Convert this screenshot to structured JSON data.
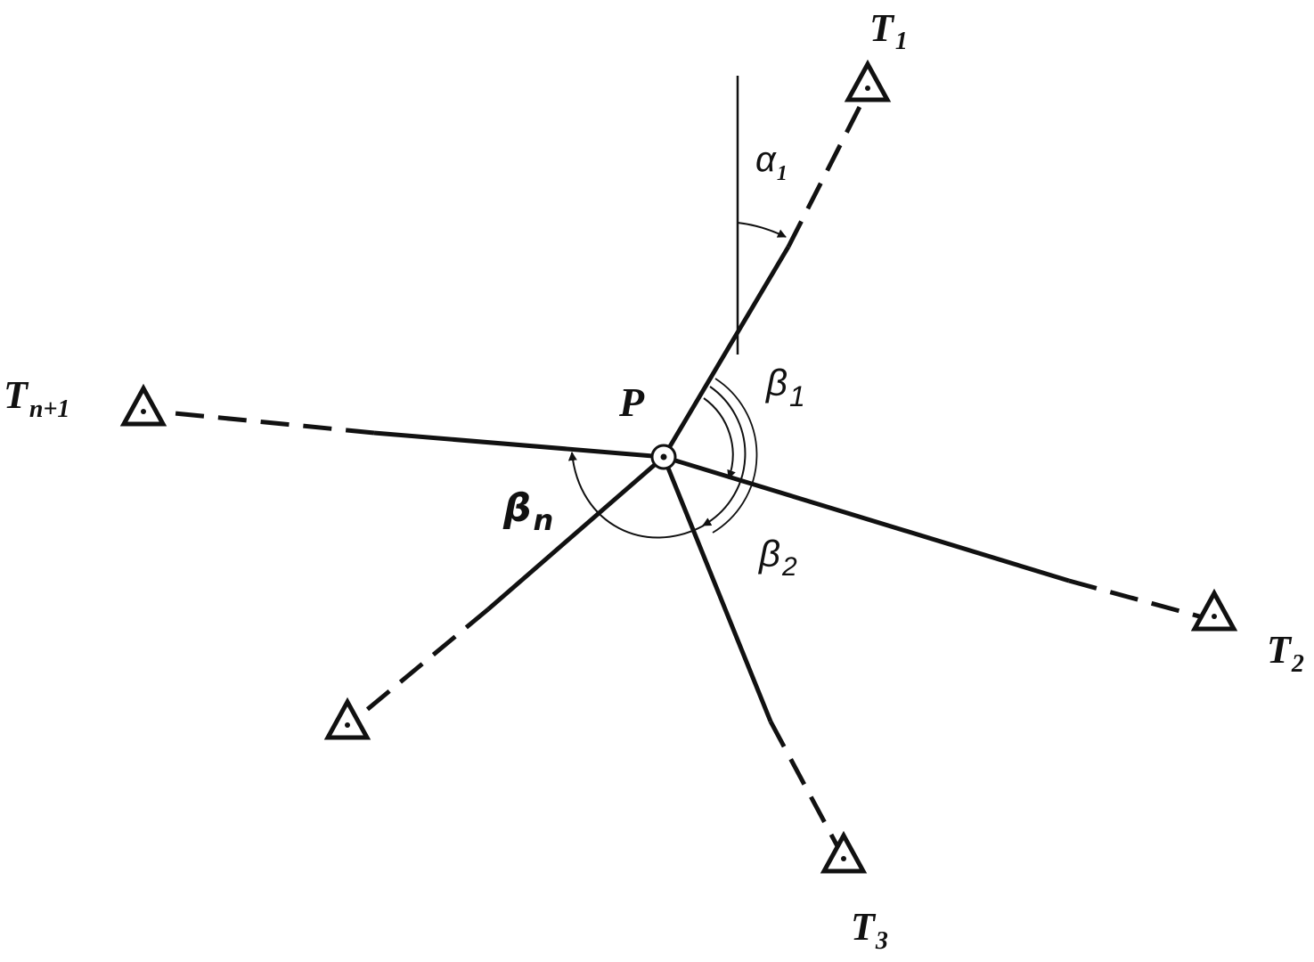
{
  "colors": {
    "ink": "#111111",
    "background": "#ffffff"
  },
  "center": {
    "label": "P"
  },
  "targets": [
    {
      "id": "t1",
      "main": "T",
      "sub": "1"
    },
    {
      "id": "t2",
      "main": "T",
      "sub": "2"
    },
    {
      "id": "t3",
      "main": "T",
      "sub": "3"
    },
    {
      "id": "tn1",
      "main": "T",
      "sub": "n+1"
    },
    {
      "id": "t4",
      "main": "",
      "sub": ""
    }
  ],
  "angles": {
    "alpha1": {
      "main": "α",
      "sub": "1"
    },
    "beta1": {
      "main": "β",
      "sub": "1"
    },
    "beta2": {
      "main": "β",
      "sub": "2"
    },
    "betan": {
      "main": "β",
      "sub": "n"
    }
  },
  "icons": {
    "station": "triangle-station-icon",
    "center": "circle-dot-center-icon"
  }
}
